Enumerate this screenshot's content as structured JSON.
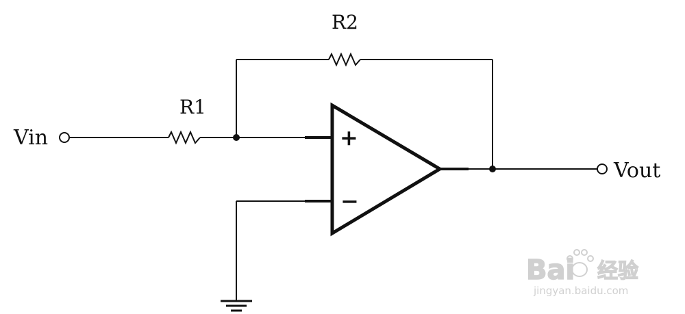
{
  "diagram": {
    "type": "op-amp circuit schematic",
    "labels": {
      "input": "Vin",
      "output": "Vout",
      "r1": "R1",
      "r2": "R2",
      "noninverting": "+",
      "inverting": "−"
    },
    "colors": {
      "wire": "#111111",
      "watermark": "#d0d0d0"
    }
  },
  "watermark": {
    "brand": "Bai",
    "brand_end": "经验",
    "url": "jingyan.baidu.com",
    "icon": "paw-icon"
  }
}
